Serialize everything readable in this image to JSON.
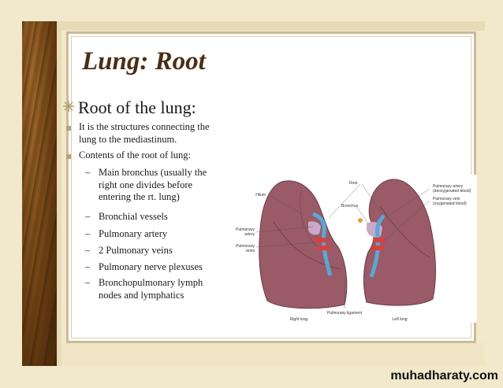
{
  "slide": {
    "title": "Lung: Root",
    "heading": "Root of the lung:",
    "paragraphs": [
      {
        "lines": [
          "It is the structures connecting the",
          "lung to the mediastinum."
        ]
      },
      {
        "lines": [
          "Contents of the root of lung:"
        ]
      }
    ],
    "contents": [
      {
        "lines": [
          "Main bronchus (usually  the",
          "right one divides before",
          "entering the  rt. lung)"
        ]
      },
      {
        "lines": [
          "Bronchial vessels"
        ]
      },
      {
        "lines": [
          "Pulmonary artery"
        ]
      },
      {
        "lines": [
          "2 Pulmonary veins"
        ]
      },
      {
        "lines": [
          "Pulmonary  nerve plexuses"
        ]
      },
      {
        "lines": [
          "Bronchopulmonary lymph",
          "nodes and lymphatics"
        ]
      }
    ],
    "bullet_dash": "–"
  },
  "diagram": {
    "labels": {
      "hilum": "Hilum",
      "root": "Root",
      "bronchus": "Bronchus",
      "pa_left_1": "Pulmonary",
      "pa_left_2": "artery",
      "pv_left_1": "Pulmonary",
      "pv_left_2": "veins",
      "pa_right_1": "Pulmonary artery",
      "pa_right_2": "(deoxygenated blood)",
      "pv_right_1": "Pulmonary vein",
      "pv_right_2": "(oxygenated blood)",
      "ligament": "Pulmonary ligament",
      "right_lung": "Right lung",
      "left_lung": "Left lung"
    },
    "colors": {
      "lung": "#9a5a68",
      "artery": "#5aa7d6",
      "vein": "#d8403c",
      "bronchus": "#c9a8c8"
    }
  },
  "footer": {
    "watermark": "muhadharaty.com"
  }
}
